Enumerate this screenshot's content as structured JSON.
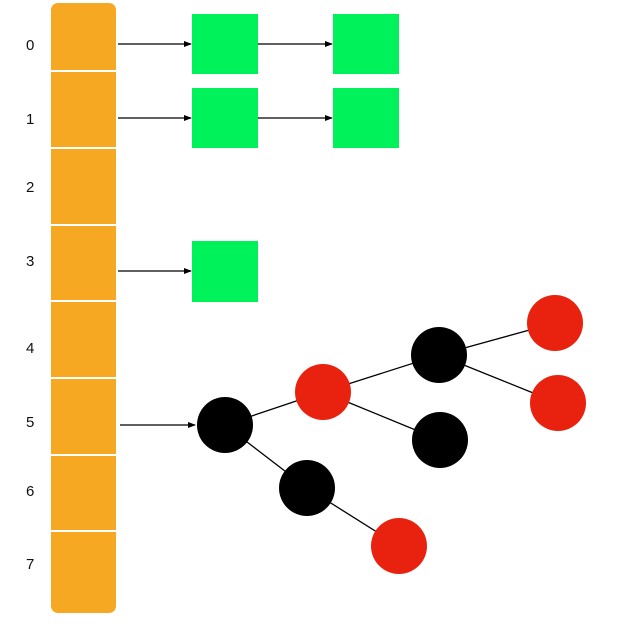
{
  "colors": {
    "bucket_fill": "#f7a823",
    "bucket_divider": "#ffffff",
    "list_node": "#00f25a",
    "tree_black": "#000000",
    "tree_red": "#e8220f",
    "arrow": "#000000",
    "edge": "#000000"
  },
  "buckets": [
    {
      "index": "0"
    },
    {
      "index": "1"
    },
    {
      "index": "2"
    },
    {
      "index": "3"
    },
    {
      "index": "4"
    },
    {
      "index": "5"
    },
    {
      "index": "6"
    },
    {
      "index": "7"
    }
  ],
  "chains": [
    {
      "bucket": "0",
      "node_count": 2
    },
    {
      "bucket": "1",
      "node_count": 2
    },
    {
      "bucket": "3",
      "node_count": 1
    }
  ],
  "tree": {
    "bucket": "5",
    "nodes": [
      {
        "id": "n1",
        "color": "black"
      },
      {
        "id": "n2",
        "color": "red"
      },
      {
        "id": "n3",
        "color": "black"
      },
      {
        "id": "n4",
        "color": "red"
      },
      {
        "id": "n5",
        "color": "red"
      },
      {
        "id": "n6",
        "color": "black"
      },
      {
        "id": "n7",
        "color": "black"
      },
      {
        "id": "n8",
        "color": "red"
      }
    ],
    "edges": [
      [
        "n1",
        "n2"
      ],
      [
        "n2",
        "n3"
      ],
      [
        "n3",
        "n4"
      ],
      [
        "n3",
        "n5"
      ],
      [
        "n2",
        "n6"
      ],
      [
        "n1",
        "n7"
      ],
      [
        "n7",
        "n8"
      ]
    ]
  }
}
